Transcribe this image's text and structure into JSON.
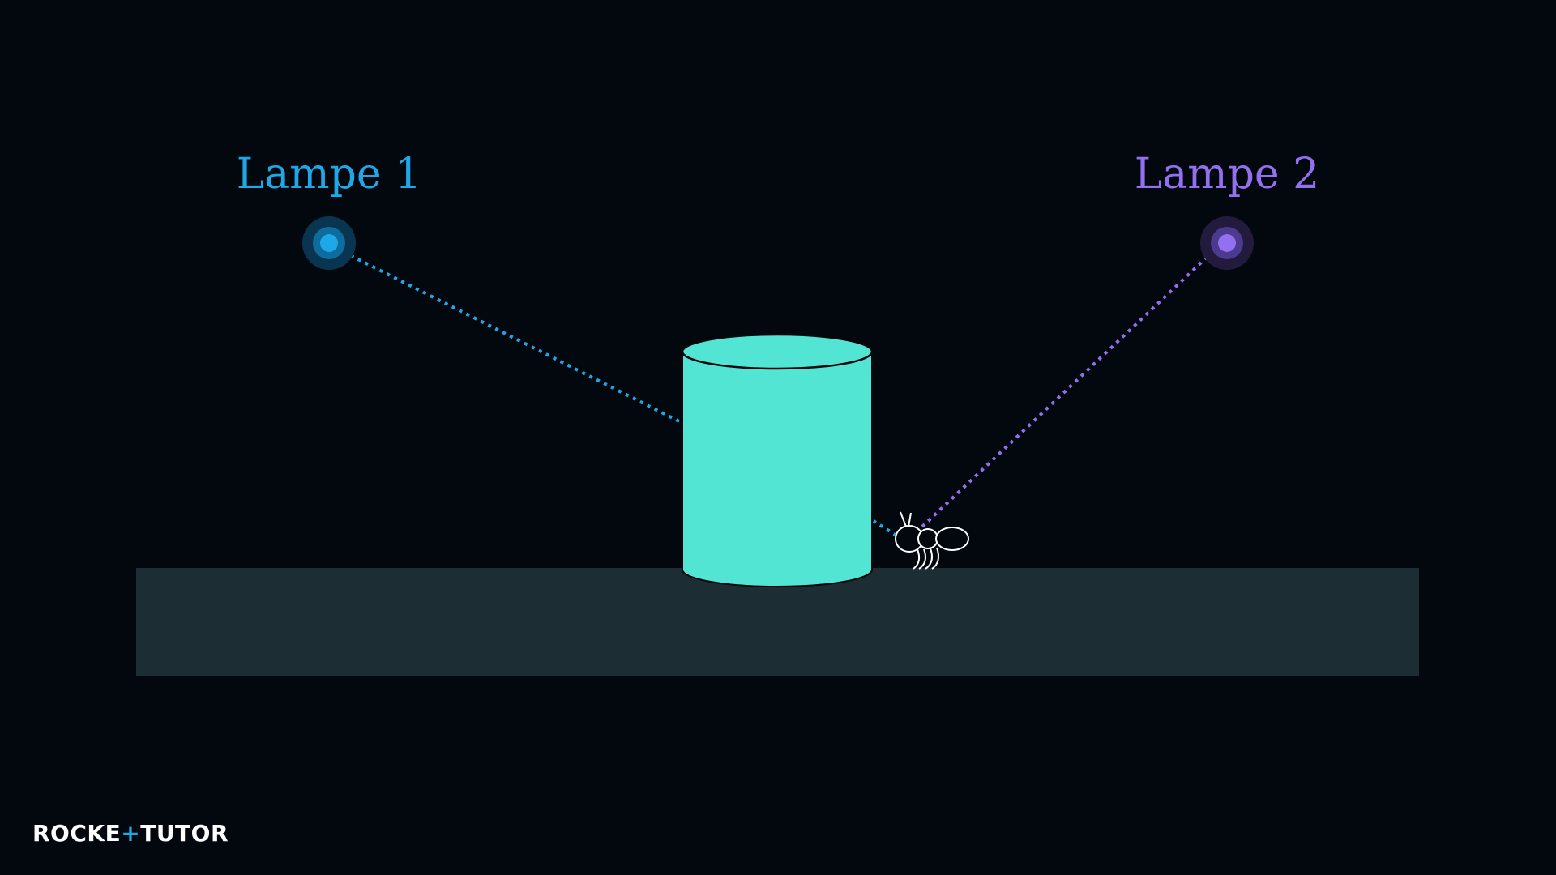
{
  "lamps": [
    {
      "label": "Lampe 1",
      "color": "#1fa8e8",
      "glow": "#0a3550"
    },
    {
      "label": "Lampe 2",
      "color": "#9370f0",
      "glow": "#221b3e"
    }
  ],
  "cylinder": {
    "color": "#52e5d3"
  },
  "ground": {
    "color": "#1c2d33"
  },
  "ant": {
    "color": "#ffffff"
  },
  "logo": {
    "part1": "ROCKE",
    "plus": "+",
    "part2": "TUTO",
    "part3": "R",
    "accent": "#1fa8e8"
  }
}
